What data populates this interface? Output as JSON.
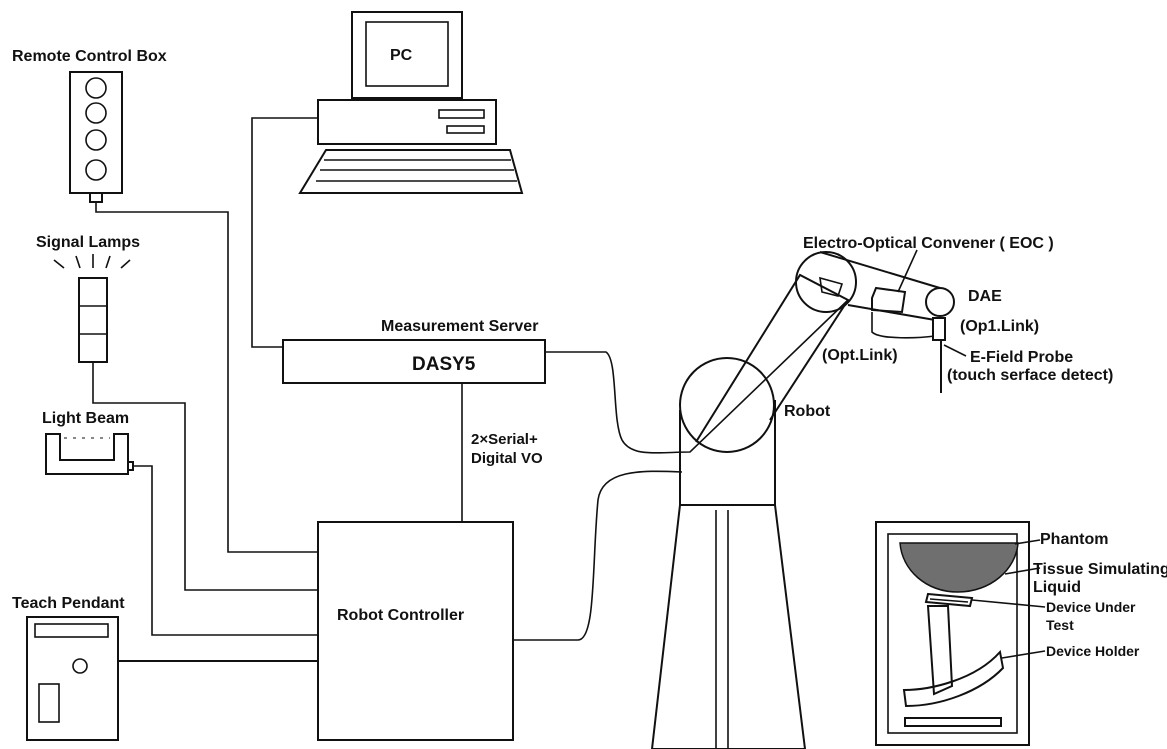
{
  "labels": {
    "remote_control_box": "Remote Control Box",
    "pc": "PC",
    "signal_lamps": "Signal Lamps",
    "light_beam": "Light Beam",
    "teach_pendant": "Teach Pendant",
    "measurement_server": "Measurement Server",
    "dasy5": "DASY5",
    "serial_line1": "2×Serial+",
    "serial_line2": "Digital VO",
    "robot_controller": "Robot Controller",
    "eoc": "Electro-Optical Convener ( EOC )",
    "dae": "DAE",
    "op1_link": "(Op1.Link)",
    "opt_link": "(Opt.Link)",
    "efield_line1": "E-Field Probe",
    "efield_line2": "(touch serface detect)",
    "robot": "Robot",
    "phantom": "Phantom",
    "tissue_line1": "Tissue Simulating",
    "tissue_line2": "Liquid",
    "dut_line1": "Device Under",
    "dut_line2": "Test",
    "device_holder": "Device Holder"
  },
  "colors": {
    "line": "#111111",
    "phantom_fill": "#6f6f6f",
    "background": "#ffffff"
  }
}
